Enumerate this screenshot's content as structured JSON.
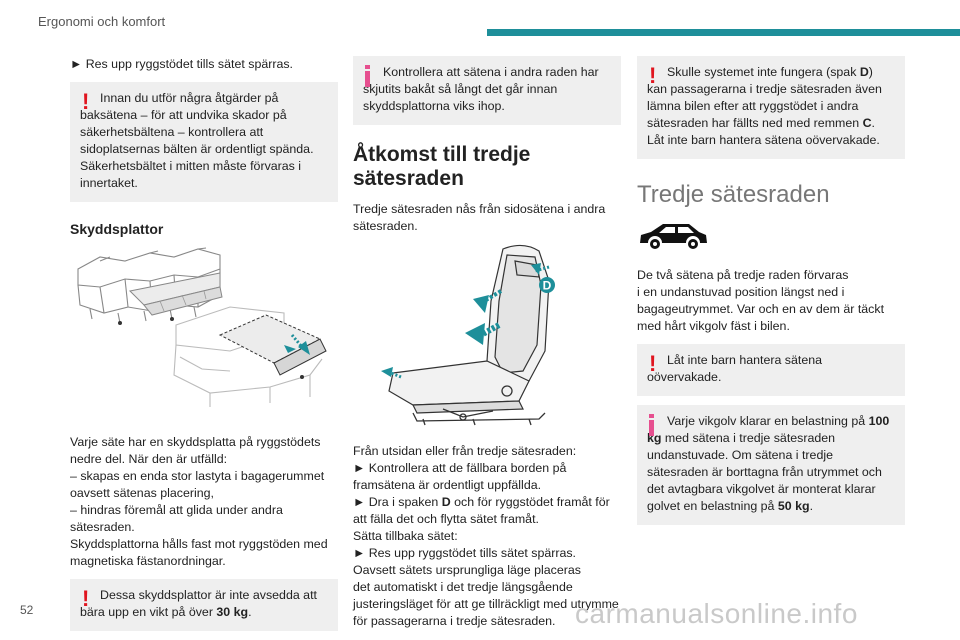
{
  "header": {
    "section_title": "Ergonomi och komfort"
  },
  "col1": {
    "step": "► Res upp ryggstödet tills sätet spärras.",
    "warn1": "Innan du utför några åtgärder på baksätena – för att undvika skador på säkerhetsbältena – kontrollera att sidoplatsernas bälten är ordentligt spända. Säkerhetsbältet i mitten måste förvaras i innertaket.",
    "heading": "Skyddsplattor",
    "para_lines": [
      "Varje säte har en skyddsplatta på ryggstödets",
      "nedre del. När den är utfälld:",
      "– skapas en enda stor lastyta i bagagerummet",
      "oavsett sätenas placering,",
      "– hindras föremål att glida under andra",
      "sätesraden.",
      "Skyddsplattorna hålls fast mot ryggstöden med",
      "magnetiska fästanordningar."
    ],
    "warn2_pre": "Dessa skyddsplattor är inte avsedda att bära upp en vikt på över ",
    "warn2_bold": "30 kg",
    "warn2_post": "."
  },
  "col2": {
    "info1": "Kontrollera att sätena i andra raden har skjutits bakåt så långt det går innan skyddsplattorna viks ihop.",
    "heading_line1": "Åtkomst till tredje",
    "heading_line2": "sätesraden",
    "intro": "Tredje sätesraden nås från sidosätena i andra sätesraden.",
    "figure_label": "D",
    "line1": "Från utsidan eller från tredje sätesraden:",
    "line2": "► Kontrollera att de fällbara borden på",
    "line3": "framsätena är ordentligt uppfällda.",
    "line4_pre": "► Dra i spaken ",
    "line4_bold": "D",
    "line4_post": " och för ryggstödet framåt för",
    "line5": "att fälla det och flytta sätet framåt.",
    "line6": "Sätta tillbaka sätet:",
    "line7": "► Res upp ryggstödet tills sätet spärras.",
    "line8": "Oavsett sätets ursprungliga läge placeras",
    "line9": "det automatiskt i det tredje längsgående",
    "line10": "justeringsläget för att ge tillräckligt med utrymme",
    "line11": "för passagerarna i tredje sätesraden."
  },
  "col3": {
    "warn1_pre": "Skulle systemet inte fungera (spak ",
    "warn1_bold": "D",
    "warn1_mid": ") kan passagerarna i tredje sätesraden även lämna bilen efter att ryggstödet i andra sätesraden har fällts ned med remmen ",
    "warn1_bold2": "C",
    "warn1_post": ". Låt inte barn hantera sätena oövervakade.",
    "heading": "Tredje sätesraden",
    "para_lines": [
      "De två sätena på tredje raden förvaras",
      "i en undanstuvad position längst ned i",
      "bagageutrymmet. Var och en av dem är täckt",
      "med hårt vikgolv fäst i bilen."
    ],
    "warn2": "Låt inte barn hantera sätena oövervakade.",
    "info_pre": "Varje vikgolv klarar en belastning på ",
    "info_bold": "100 kg",
    "info_mid": " med sätena i tredje sätesraden undanstuvade. Om sätena i tredje sätesraden är borttagna från utrymmet och det avtagbara vikgolvet är monterat klarar golvet en belastning på ",
    "info_bold2": "50 kg",
    "info_post": "."
  },
  "footer": {
    "page_number": "52",
    "watermark": "carmanualsonline.info"
  },
  "colors": {
    "accent_bar": "#1e8f9a",
    "warning_mark": "#e0151f",
    "info_mark": "#e64f8f",
    "note_background": "#efefef",
    "figure_arrow": "#1e8f9a"
  }
}
